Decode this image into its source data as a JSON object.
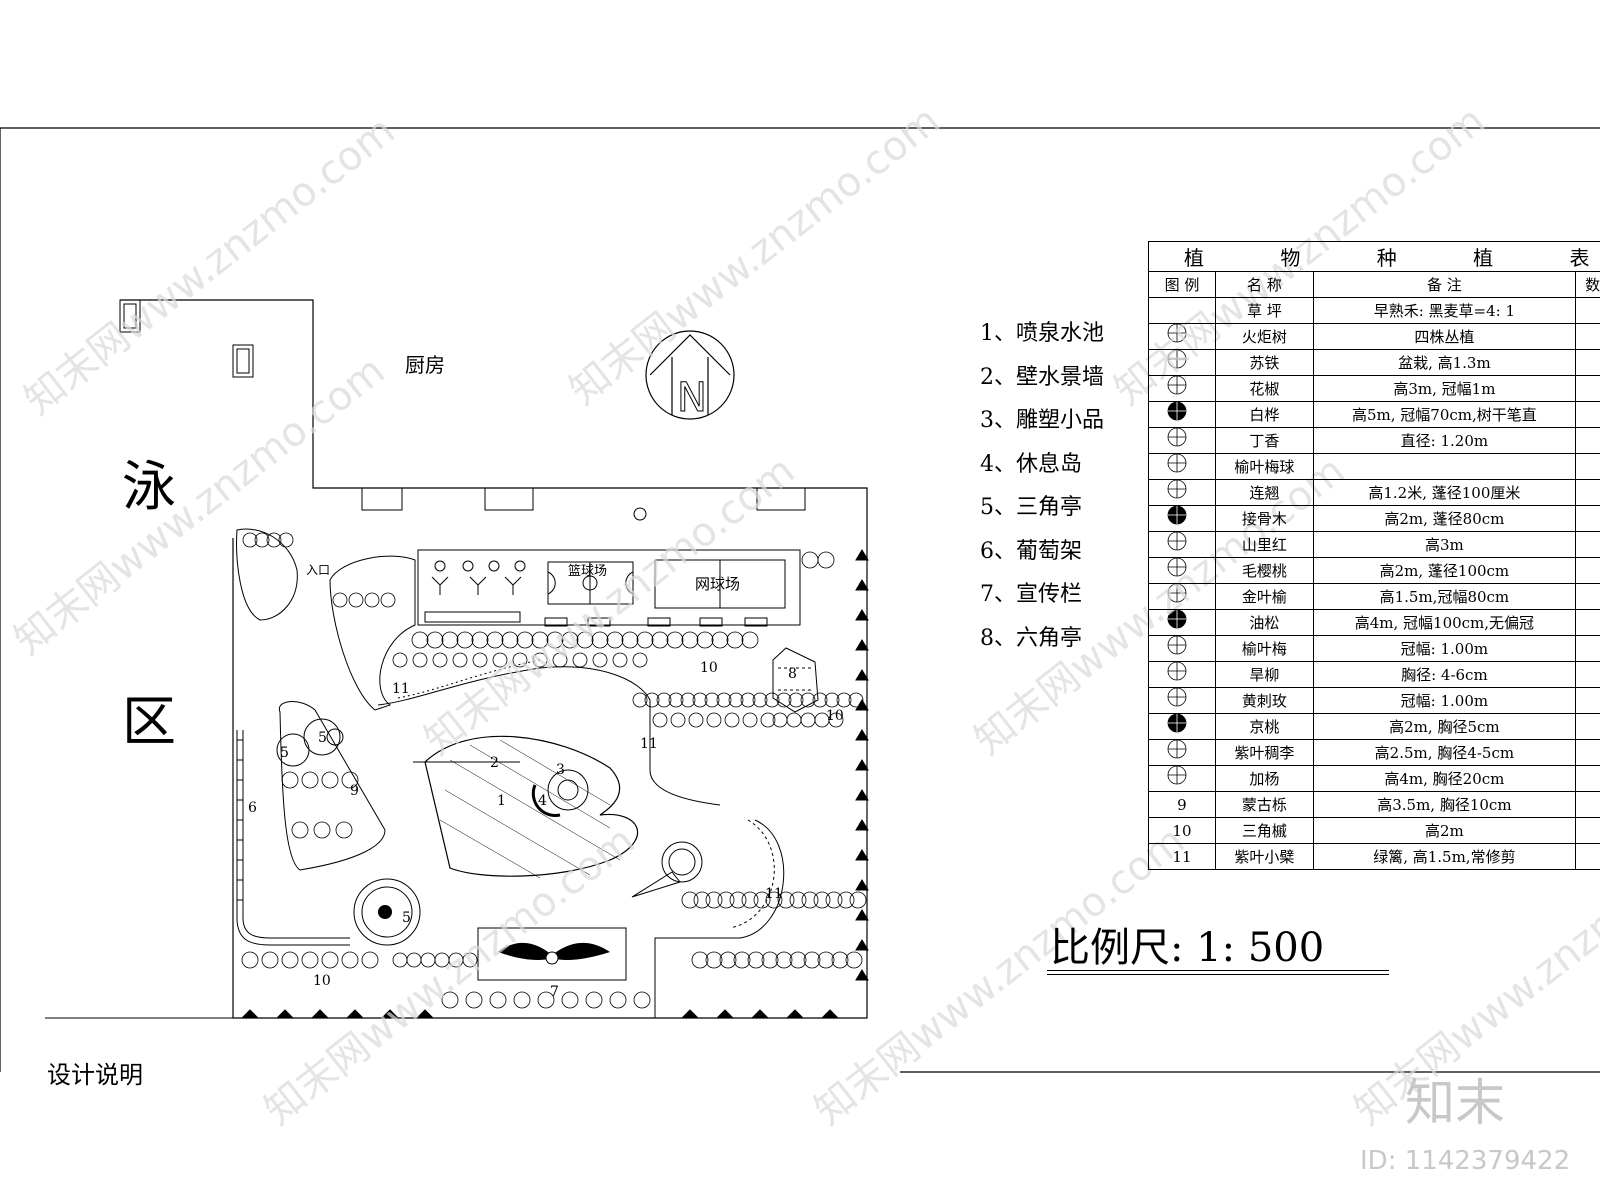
{
  "site": {
    "kitchen_label": "厨房",
    "pool_label_top": "泳",
    "pool_label_bottom": "区",
    "entrance_label": "入口",
    "basketball_label": "篮球场",
    "tennis_label": "网球场",
    "north_label": "N",
    "bottom_cut_text": "设计说明"
  },
  "plan_numbers": [
    "1",
    "2",
    "3",
    "4",
    "5",
    "5",
    "5",
    "6",
    "7",
    "8",
    "9",
    "10",
    "10",
    "10",
    "11",
    "11",
    "11"
  ],
  "legend": {
    "items": [
      "1、喷泉水池",
      "2、壁水景墙",
      "3、雕塑小品",
      "4、休息岛",
      "5、三角亭",
      "6、葡萄架",
      "7、宣传栏",
      "8、六角亭"
    ]
  },
  "plant_table": {
    "title": [
      "植",
      "物",
      "种",
      "植",
      "表"
    ],
    "headers": {
      "icon": "图 例",
      "name": "名 称",
      "note": "备 注",
      "qty": "数量"
    },
    "rows": [
      {
        "icon": "grass-icon",
        "name": "草 坪",
        "note": "早熟禾: 黑麦草=4: 1",
        "qty": ""
      },
      {
        "icon": "torch-tree-icon",
        "name": "火炬树",
        "note": "四株丛植",
        "qty": ""
      },
      {
        "icon": "cycad-icon",
        "name": "苏铁",
        "note": "盆栽, 高1.3m",
        "qty": ""
      },
      {
        "icon": "pepper-tree-icon",
        "name": "花椒",
        "note": "高3m, 冠幅1m",
        "qty": ""
      },
      {
        "icon": "birch-icon",
        "name": "白桦",
        "note": "高5m, 冠幅70cm,树干笔直",
        "qty": ""
      },
      {
        "icon": "lilac-icon",
        "name": "丁香",
        "note": "直径: 1.20m",
        "qty": ""
      },
      {
        "icon": "elm-plum-ball-icon",
        "name": "榆叶梅球",
        "note": "",
        "qty": ""
      },
      {
        "icon": "forsythia-icon",
        "name": "连翘",
        "note": "高1.2米, 蓬径100厘米",
        "qty": ""
      },
      {
        "icon": "elder-icon",
        "name": "接骨木",
        "note": "高2m, 蓬径80cm",
        "qty": ""
      },
      {
        "icon": "hawthorn-icon",
        "name": "山里红",
        "note": "高3m",
        "qty": ""
      },
      {
        "icon": "nanking-cherry-icon",
        "name": "毛樱桃",
        "note": "高2m, 蓬径100cm",
        "qty": ""
      },
      {
        "icon": "golden-elm-icon",
        "name": "金叶榆",
        "note": "高1.5m,冠幅80cm",
        "qty": ""
      },
      {
        "icon": "chinese-pine-icon",
        "name": "油松",
        "note": "高4m, 冠幅100cm,无偏冠",
        "qty": ""
      },
      {
        "icon": "flowering-plum-icon",
        "name": "榆叶梅",
        "note": "冠幅: 1.00m",
        "qty": ""
      },
      {
        "icon": "dryland-willow-icon",
        "name": "旱柳",
        "note": "胸径: 4-6cm",
        "qty": ""
      },
      {
        "icon": "yellow-rose-icon",
        "name": "黄刺玫",
        "note": "冠幅: 1.00m",
        "qty": ""
      },
      {
        "icon": "peach-icon",
        "name": "京桃",
        "note": "高2m, 胸径5cm",
        "qty": ""
      },
      {
        "icon": "purple-plum-icon",
        "name": "紫叶稠李",
        "note": "高2.5m, 胸径4-5cm",
        "qty": ""
      },
      {
        "icon": "poplar-icon",
        "name": "加杨",
        "note": "高4m, 胸径20cm",
        "qty": ""
      },
      {
        "icon": "number-icon",
        "name": "蒙古栎",
        "note": "高3.5m, 胸径10cm",
        "qty": "",
        "icon_text": "9"
      },
      {
        "icon": "number-icon",
        "name": "三角槭",
        "note": "高2m",
        "qty": "",
        "icon_text": "10"
      },
      {
        "icon": "number-icon",
        "name": "紫叶小檗",
        "note": "绿篱, 高1.5m,常修剪",
        "qty": "",
        "icon_text": "11"
      }
    ]
  },
  "scale": {
    "text": "比例尺: 1: 500"
  },
  "watermark": {
    "brand": "知末",
    "image_id": "ID: 1142379422",
    "site_text": "知末网www.znzmo.com"
  }
}
